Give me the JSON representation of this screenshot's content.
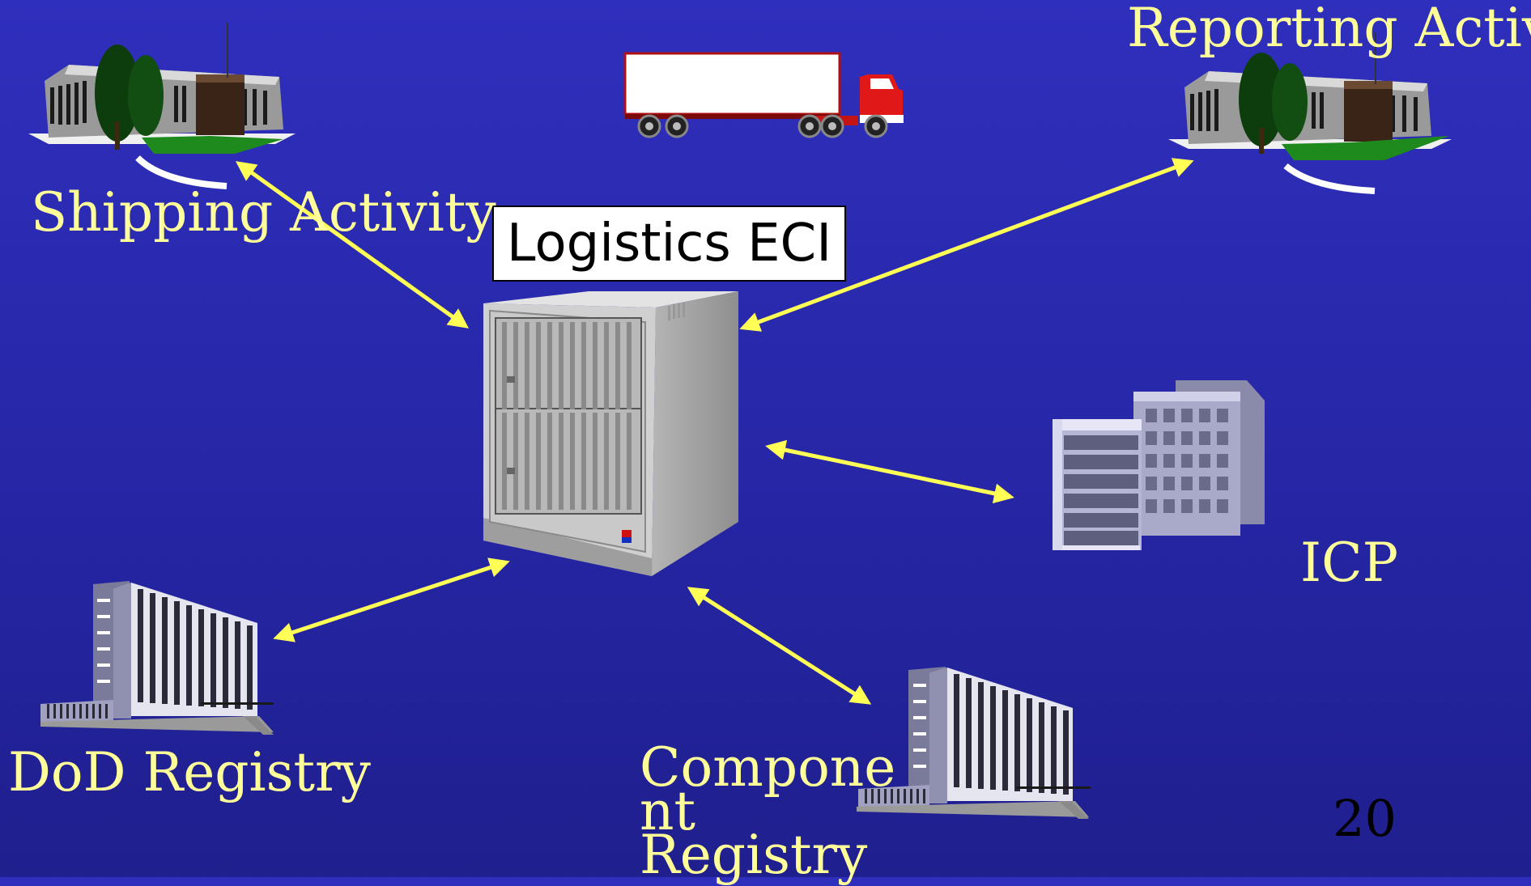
{
  "center": {
    "label": "Logistics ECI",
    "icon": "server-cabinet-icon"
  },
  "nodes": {
    "shipping": {
      "label": "Shipping Activity",
      "icon": "office-building-icon"
    },
    "reporting": {
      "label": "Reporting Activ",
      "icon": "office-building-icon"
    },
    "icp": {
      "label": "ICP",
      "icon": "office-tower-icon"
    },
    "dod_registry": {
      "label": "DoD Registry",
      "icon": "highrise-building-icon"
    },
    "component_registry": {
      "label": "Compone nt Registry",
      "line1": "Compone",
      "line2": "nt",
      "line3": "Registry",
      "icon": "highrise-building-icon"
    },
    "truck": {
      "icon": "semi-truck-icon"
    }
  },
  "page_number": "20",
  "colors": {
    "arrow": "#ffff55",
    "label": "#ffff99",
    "background": "#2a2ab0"
  }
}
